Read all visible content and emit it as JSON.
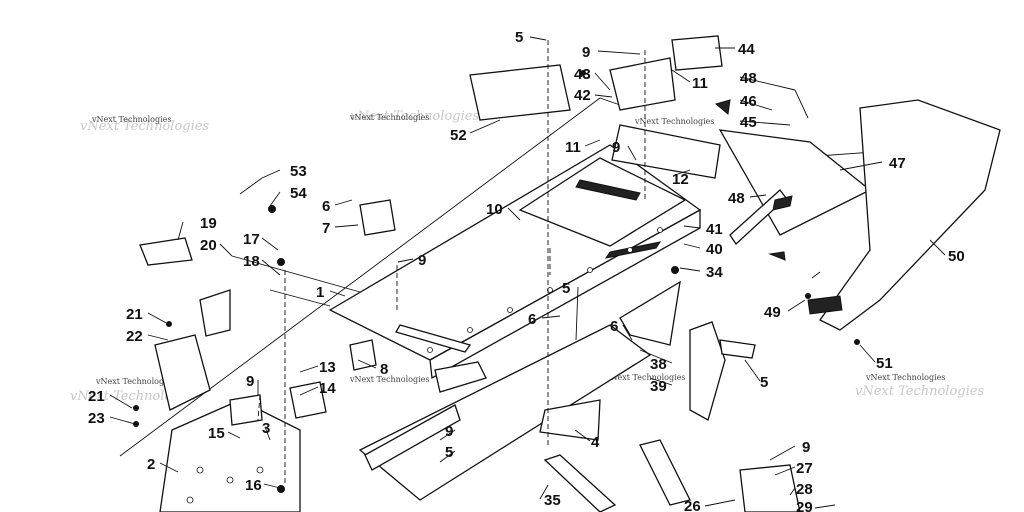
{
  "callouts": [
    "5",
    "9",
    "44",
    "43",
    "11",
    "42",
    "48",
    "46",
    "45",
    "52",
    "11",
    "9",
    "12",
    "47",
    "48",
    "53",
    "54",
    "6",
    "7",
    "10",
    "41",
    "40",
    "34",
    "50",
    "19",
    "17",
    "18",
    "20",
    "9",
    "1",
    "5",
    "49",
    "21",
    "22",
    "6",
    "6",
    "8",
    "38",
    "39",
    "13",
    "14",
    "5",
    "51",
    "9",
    "21",
    "23",
    "15",
    "3",
    "9",
    "5",
    "4",
    "2",
    "16",
    "35",
    "9",
    "27",
    "28",
    "26",
    "29"
  ],
  "watermark": "vNext Technologies",
  "colors": {
    "ink": "#111111",
    "paper": "#ffffff",
    "watermark": "#c8c8c8"
  }
}
